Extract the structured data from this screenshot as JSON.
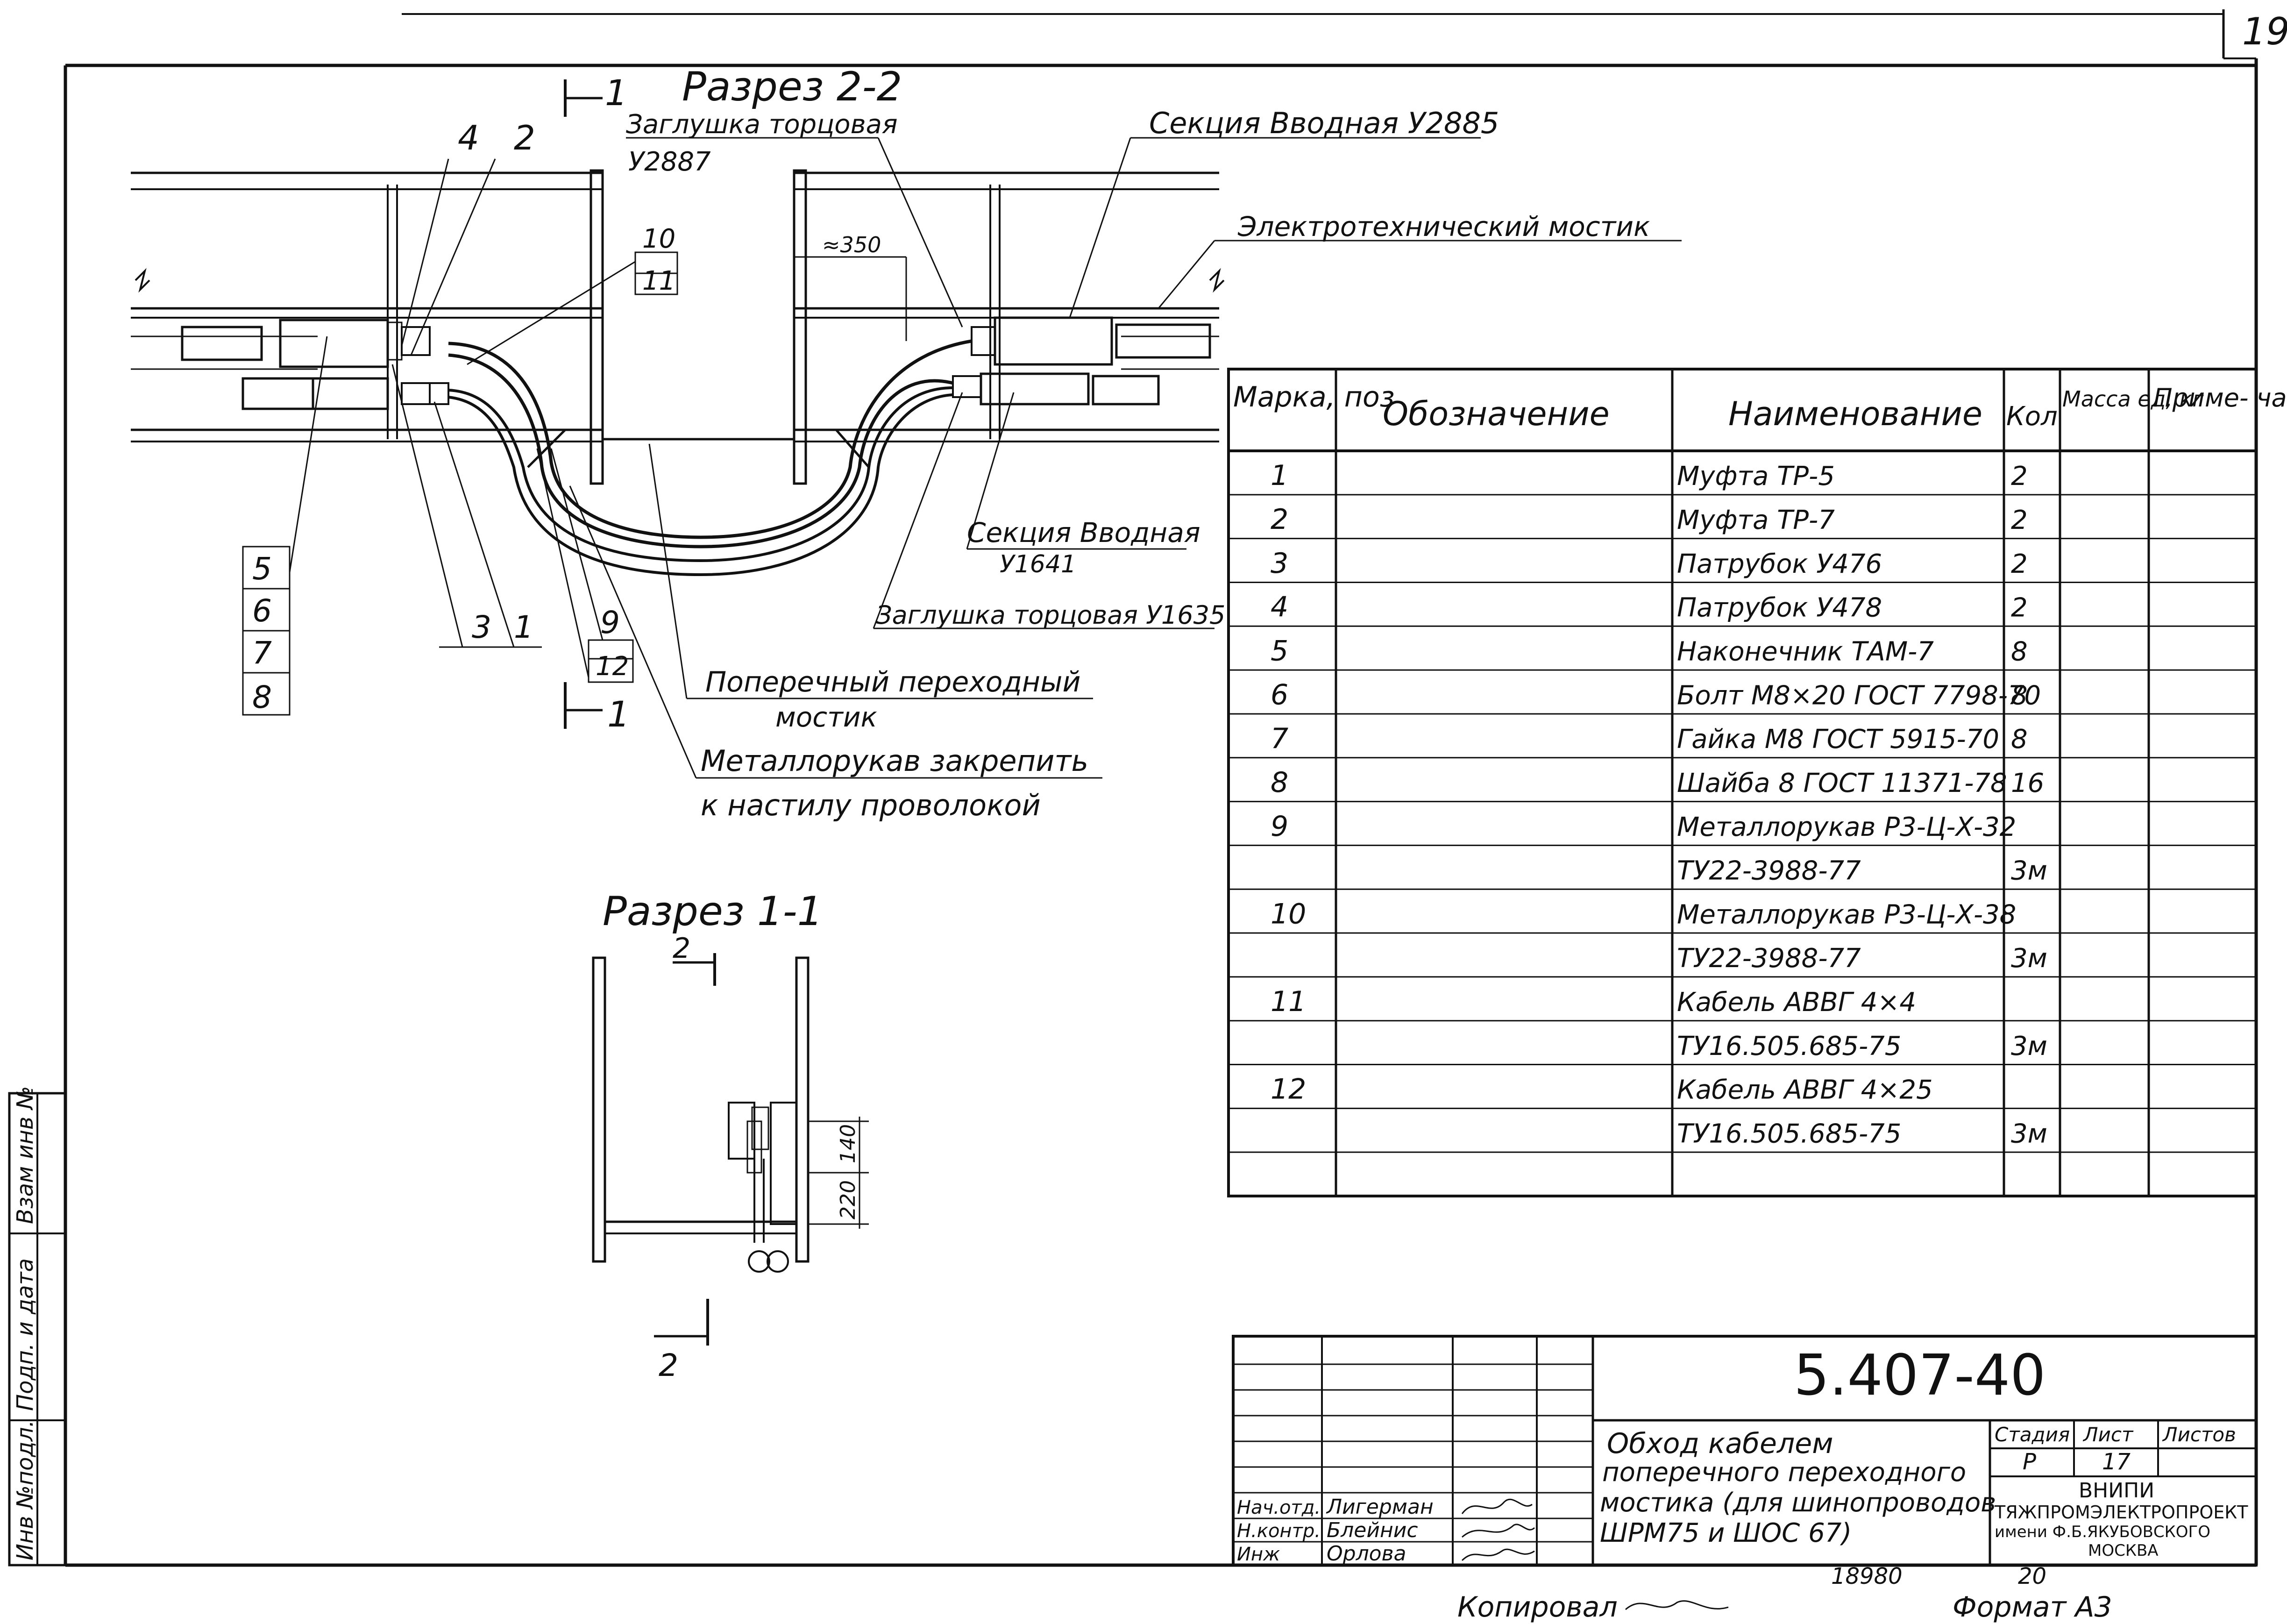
{
  "sheet_number": "19",
  "section_2_2": {
    "title": "Разрез 2-2",
    "cut_marker": "1",
    "cut_marker_bottom": "1",
    "labels": {
      "end_cap_top": "Заглушка торцовая",
      "end_cap_top_code": "У2887",
      "input_section_top": "Секция Вводная У2885",
      "electrotech_bridge": "Электротехнический мостик",
      "dim_350": "≈350",
      "input_section_mid": "Секция Вводная",
      "input_section_mid_code": "У1641",
      "end_cap_bottom": "Заглушка торцовая У1635",
      "cross_bridge_line1": "Поперечный переходный",
      "cross_bridge_line2": "мостик",
      "metal_hose_line1": "Металлорукав закрепить",
      "metal_hose_line2": "к настилу проволокой"
    },
    "callouts": [
      "4",
      "2",
      "10",
      "11",
      "5",
      "6",
      "7",
      "8",
      "3",
      "1",
      "9",
      "12"
    ]
  },
  "section_1_1": {
    "title": "Разрез 1-1",
    "cut_marker": "2",
    "cut_marker_bottom": "2",
    "dims": [
      "140",
      "220"
    ]
  },
  "spec_table": {
    "headers": [
      "Марка, поз",
      "Обозначение",
      "Наименование",
      "Кол",
      "Масса ед, кг",
      "Приме- чание"
    ],
    "rows": [
      {
        "pos": "1",
        "name": "Муфта ТР-5",
        "qty": "2"
      },
      {
        "pos": "2",
        "name": "Муфта ТР-7",
        "qty": "2"
      },
      {
        "pos": "3",
        "name": "Патрубок У476",
        "qty": "2"
      },
      {
        "pos": "4",
        "name": "Патрубок У478",
        "qty": "2"
      },
      {
        "pos": "5",
        "name": "Наконечник ТАМ-7",
        "qty": "8"
      },
      {
        "pos": "6",
        "name": "Болт М8×20 ГОСТ 7798-70",
        "qty": "8"
      },
      {
        "pos": "7",
        "name": "Гайка М8 ГОСТ 5915-70",
        "qty": "8"
      },
      {
        "pos": "8",
        "name": "Шайба 8 ГОСТ 11371-78",
        "qty": "16"
      },
      {
        "pos": "9",
        "name": "Металлорукав Р3-Ц-Х-32",
        "qty": ""
      },
      {
        "pos": "",
        "name": "ТУ22-3988-77",
        "qty": "3м"
      },
      {
        "pos": "10",
        "name": "Металлорукав Р3-Ц-Х-38",
        "qty": ""
      },
      {
        "pos": "",
        "name": "ТУ22-3988-77",
        "qty": "3м"
      },
      {
        "pos": "11",
        "name": "Кабель АВВГ 4×4",
        "qty": ""
      },
      {
        "pos": "",
        "name": "ТУ16.505.685-75",
        "qty": "3м"
      },
      {
        "pos": "12",
        "name": "Кабель АВВГ 4×25",
        "qty": ""
      },
      {
        "pos": "",
        "name": "ТУ16.505.685-75",
        "qty": "3м"
      },
      {
        "pos": "",
        "name": "",
        "qty": ""
      }
    ]
  },
  "title_block": {
    "doc_number": "5.407-40",
    "title_lines": [
      "Обход кабелем",
      "поперечного переходного",
      "мостика (для шинопроводов",
      "ШРМ75 и ШОС 67)"
    ],
    "stage_label": "Стадия",
    "sheet_label": "Лист",
    "sheets_label": "Листов",
    "stage": "Р",
    "sheet": "17",
    "org_lines": [
      "ВНИПИ",
      "ТЯЖПРОМЭЛЕКТРОПРОЕКТ",
      "имени Ф.Б.ЯКУБОВСКОГО",
      "МОСКВА"
    ],
    "staff": [
      {
        "role": "Нач.отд.",
        "name": "Лигерман"
      },
      {
        "role": "Н.контр.",
        "name": "Блейнис"
      },
      {
        "role": "Инж",
        "name": "Орлова"
      }
    ],
    "inv_number": "18980",
    "sheet_bottom": "20"
  },
  "side_stamp": [
    "Инв №подл.",
    "Подп. и дата",
    "Взам инв №"
  ],
  "footer": {
    "copied": "Копировал",
    "format": "Формат А3"
  }
}
